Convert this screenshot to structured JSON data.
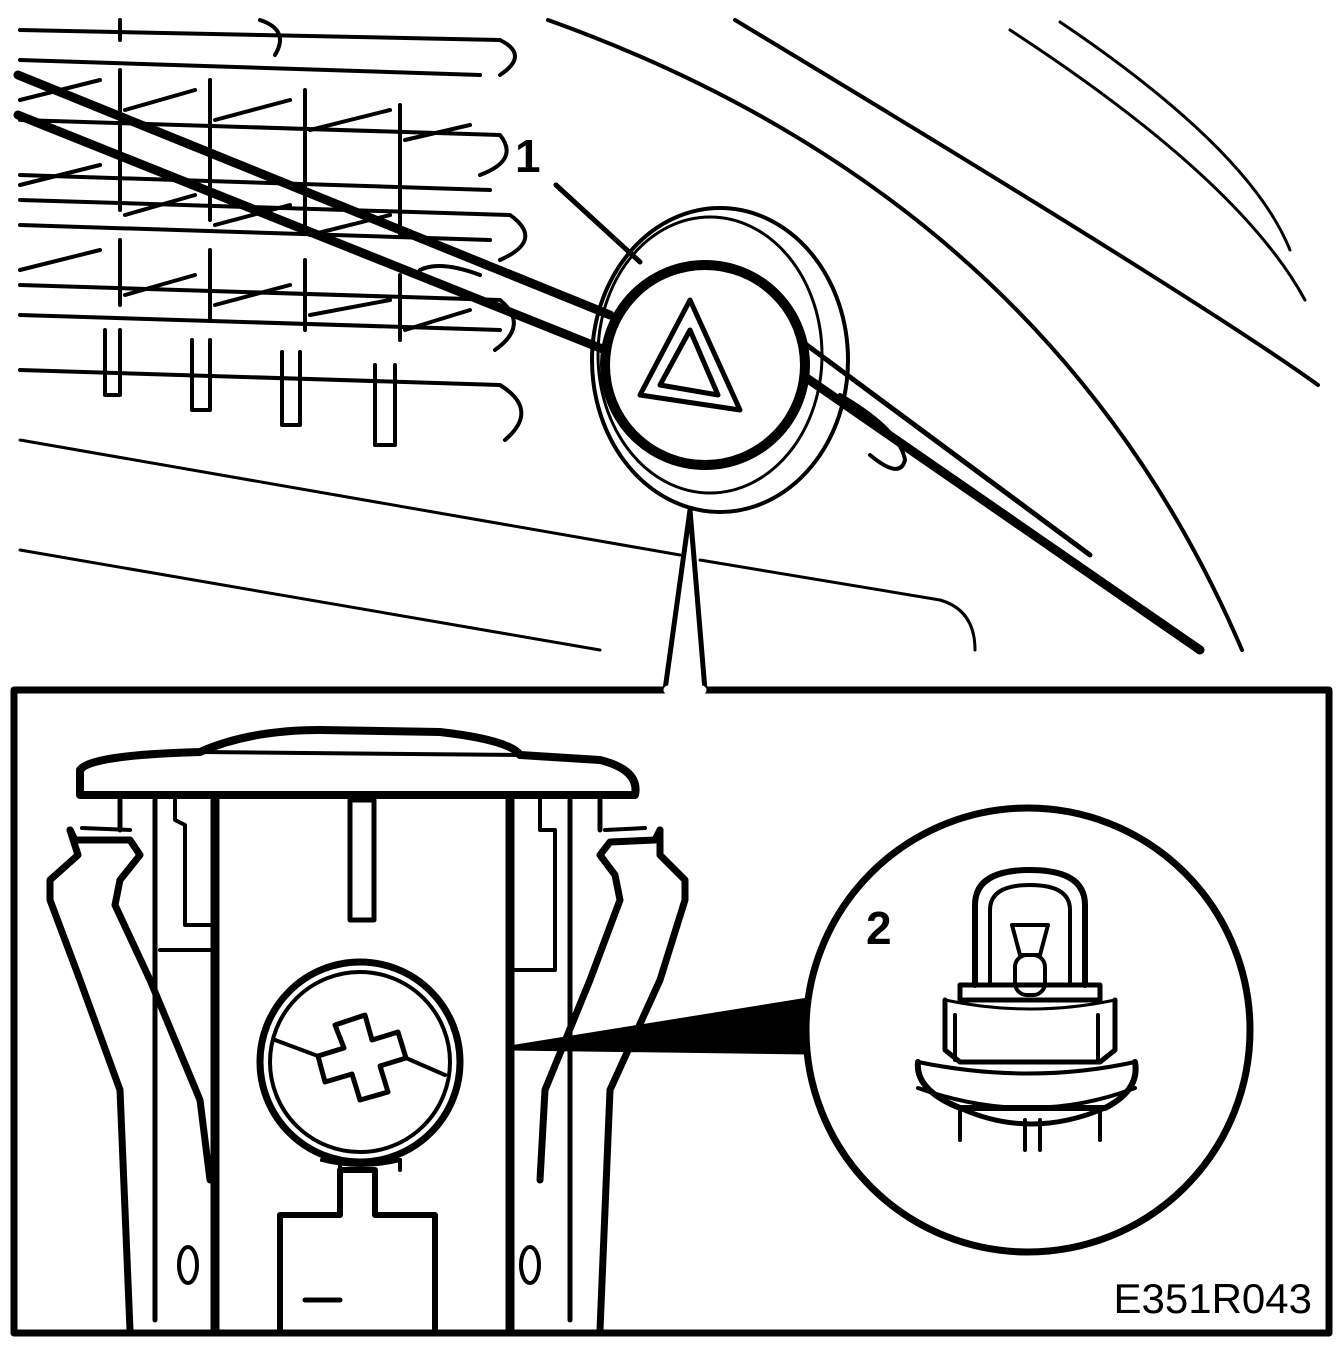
{
  "callouts": {
    "item_1": "1",
    "item_2": "2"
  },
  "figure_code": "E351R043",
  "colors": {
    "line": "#000000",
    "background": "#ffffff"
  },
  "icons": {
    "hazard_switch": "hazard-warning-triangle-icon",
    "screw": "cross-head-screw-icon",
    "bulb": "bulb-icon"
  }
}
